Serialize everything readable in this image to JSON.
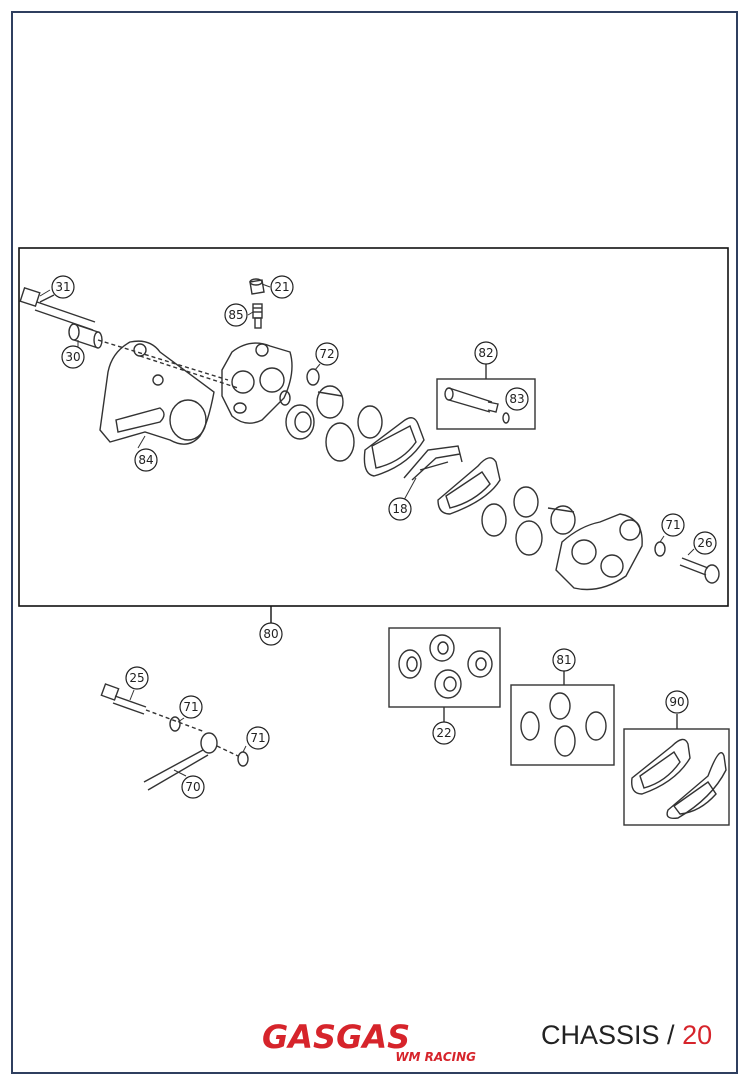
{
  "footer": {
    "brand": "GASGAS",
    "brand_sub": "WM RACING",
    "section": "CHASSIS /",
    "page_number": "20"
  },
  "callouts": {
    "c31": "31",
    "c21": "21",
    "c85": "85",
    "c30": "30",
    "c72": "72",
    "c82": "82",
    "c83": "83",
    "c84": "84",
    "c18": "18",
    "c71a": "71",
    "c26": "26",
    "c80": "80",
    "c25": "25",
    "c71b": "71",
    "c71c": "71",
    "c70": "70",
    "c22": "22",
    "c81": "81",
    "c90": "90"
  },
  "colors": {
    "brand": "#d6242b",
    "frame": "#2f3f5f"
  }
}
